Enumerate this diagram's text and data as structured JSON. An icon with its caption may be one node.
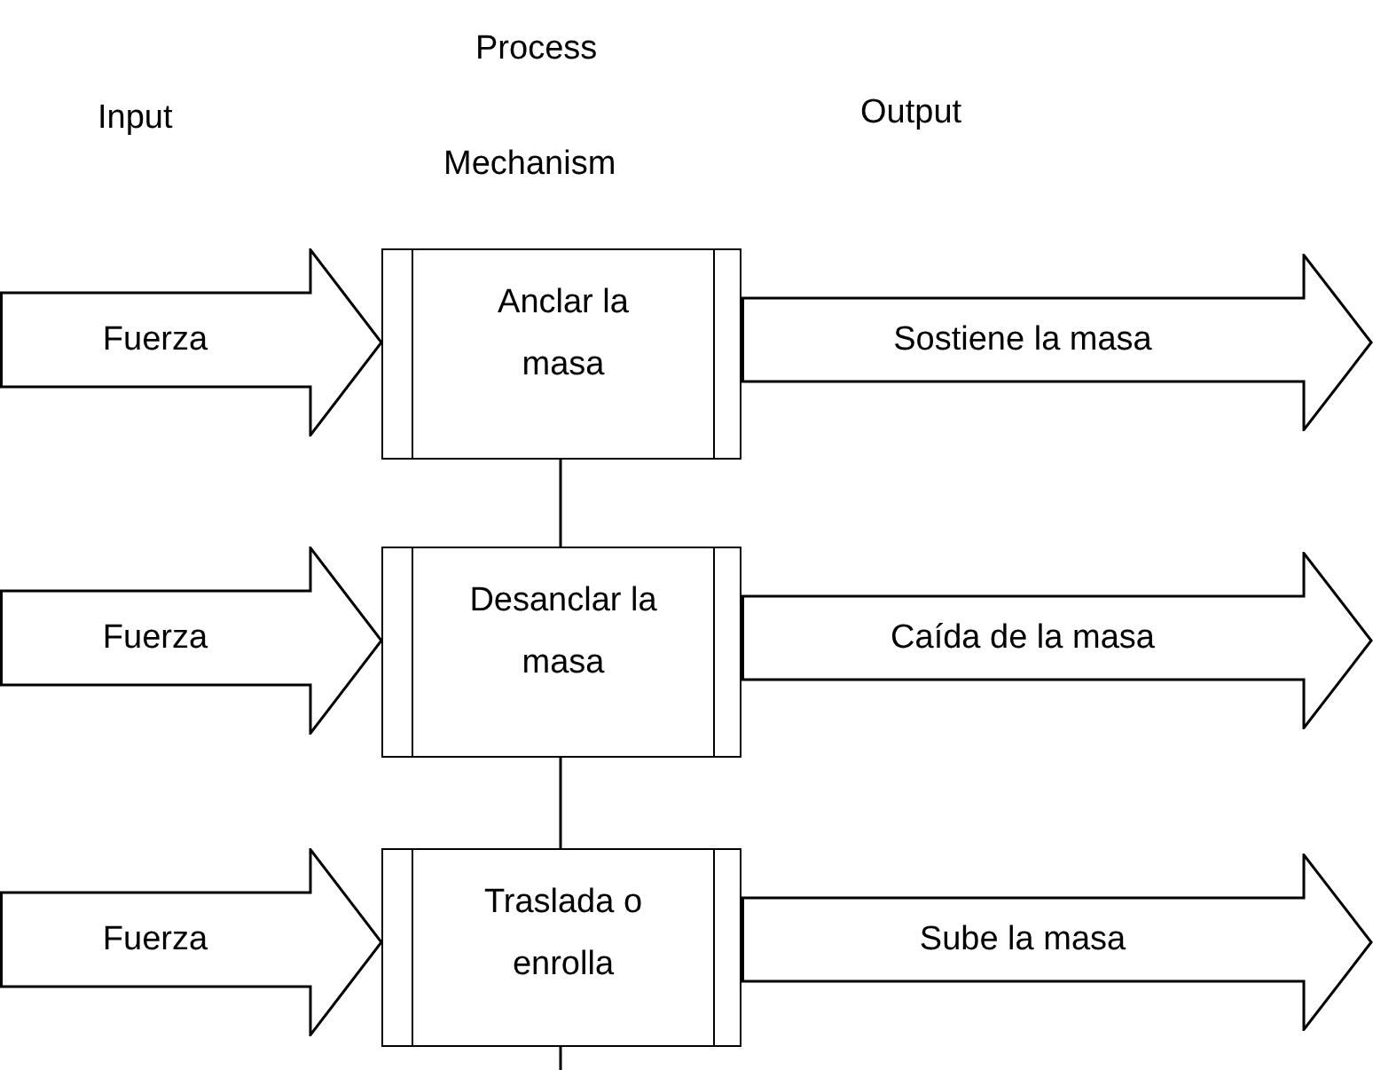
{
  "diagram": {
    "nodes": [
      {
        "text": [
          "Fuerza"
        ]
      },
      {
        "text": [
          "Anclar la masa"
        ]
      },
      {
        "text": [
          "Sostiene la masa"
        ]
      },
      {
        "text": [
          "Fuerza"
        ]
      },
      {
        "text": [
          "Desanclar la masa"
        ]
      },
      {
        "text": [
          "Caída de la masa"
        ]
      },
      {
        "text": [
          "Fuerza"
        ]
      },
      {
        "text": [
          "Traslada o enrolla"
        ]
      },
      {
        "text": [
          "Sube la masa"
        ]
      }
    ],
    "edges": [
      {
        "from": 1,
        "to": 4,
        "arrow": "none"
      },
      {
        "from": 4,
        "to": 7,
        "arrow": "none"
      },
      {
        "from": 7,
        "to": null,
        "arrow": "none"
      }
    ],
    "labels": [
      "Process",
      "Input",
      "Output",
      "Mechanism"
    ]
  }
}
